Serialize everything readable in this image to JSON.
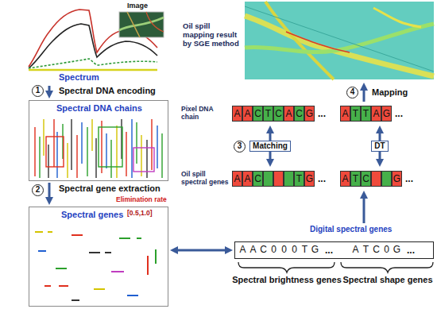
{
  "diagram": {
    "nodes": [
      {
        "text": [
          "Image",
          "Spectrum"
        ]
      },
      {
        "text": [
          "Spectral DNA chains"
        ]
      },
      {
        "text": [
          "Spectral genes"
        ]
      },
      {
        "text": [
          "Digital spectral genes",
          "AAC000TG",
          "...",
          "ATC0G",
          "..."
        ]
      },
      {
        "text": [
          "Oil spill spectral genes",
          "AAC",
          "TG",
          "...",
          "ATC",
          "G",
          "..."
        ]
      },
      {
        "text": [
          "Pixel DNA chain",
          "AACTCACG",
          "...",
          "ATTAG",
          "..."
        ]
      },
      {
        "text": [
          "Oil spill mapping result by SGE method"
        ]
      }
    ],
    "edges": [
      {
        "from": 0,
        "to": 1,
        "arrow": "to",
        "label": "Spectral DNA encoding"
      },
      {
        "from": 1,
        "to": 2,
        "arrow": "to",
        "label": "Spectral gene extraction"
      },
      {
        "from": 2,
        "to": 3,
        "arrow": "both"
      },
      {
        "from": 3,
        "to": 4,
        "arrow": "to"
      },
      {
        "from": 5,
        "to": 4,
        "arrow": "both",
        "label": "Matching"
      },
      {
        "from": 5,
        "to": 4,
        "arrow": "both",
        "label": "DT"
      },
      {
        "from": 5,
        "to": 6,
        "arrow": "to",
        "label": "Mapping"
      }
    ],
    "labels": [
      "1",
      "2",
      "3",
      "4",
      "Elimination rate",
      "[0.5,1.0]",
      "Spectral brightness genes",
      "Spectral shape genes"
    ]
  }
}
